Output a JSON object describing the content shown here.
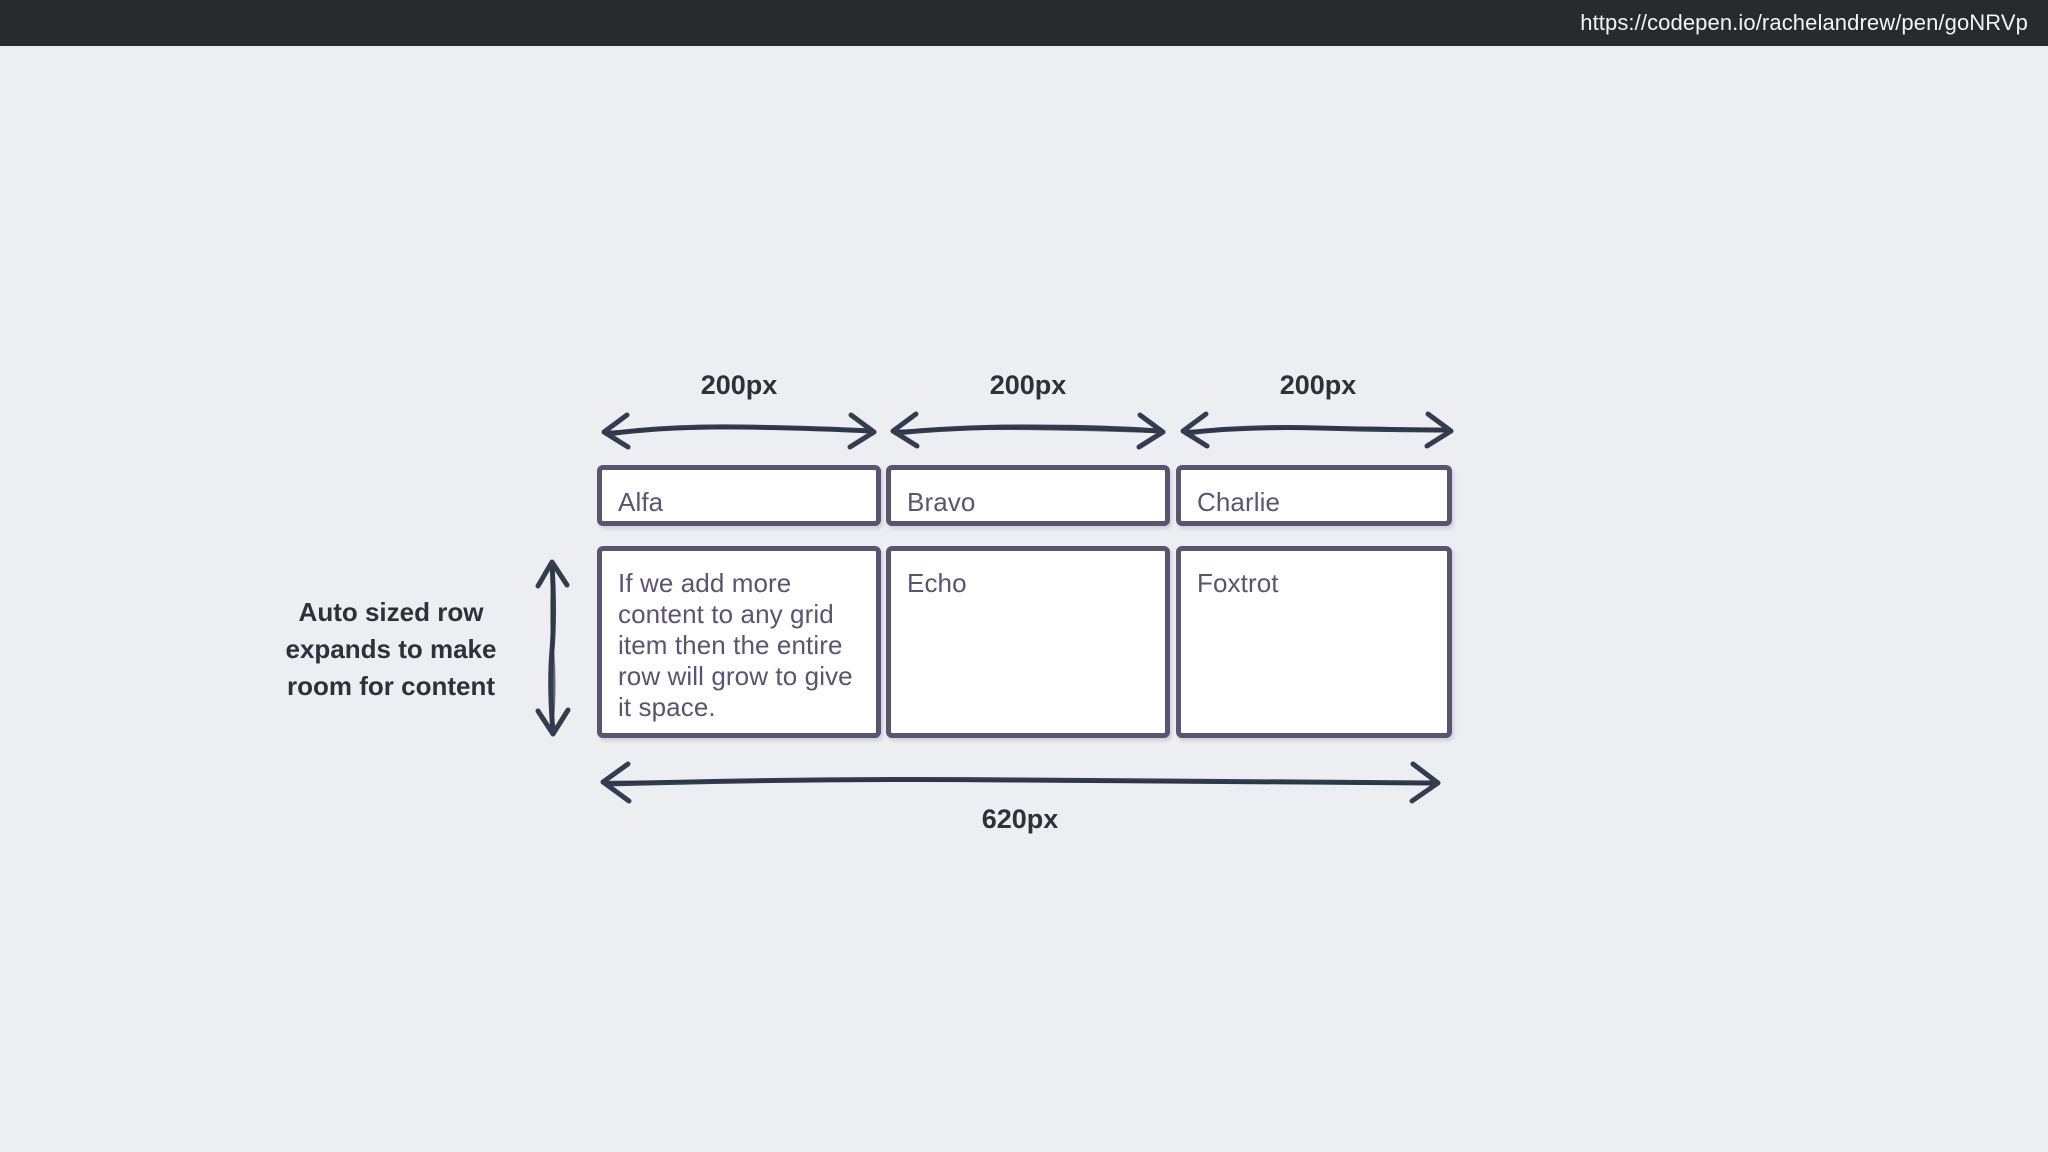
{
  "browser": {
    "url": "https://codepen.io/rachelandrew/pen/goNRVp"
  },
  "colors": {
    "page_background": "#eceef2",
    "urlbar_background": "#282a2e",
    "urlbar_text": "#f2f3f5",
    "box_border": "#5b5470",
    "box_fill": "#ffffff",
    "box_text": "#5b5470",
    "annotation_text": "#2f3138",
    "arrow_ink": "#343c50"
  },
  "diagram": {
    "title_note": "CSS Grid auto sized row diagram",
    "column_measures": [
      {
        "label": "200px",
        "icon": "double-headed-horizontal-arrow-icon"
      },
      {
        "label": "200px",
        "icon": "double-headed-horizontal-arrow-icon"
      },
      {
        "label": "200px",
        "icon": "double-headed-horizontal-arrow-icon"
      }
    ],
    "row_label": "Auto sized row expands to make room for content",
    "row_label_lines": [
      "Auto sized row",
      "expands to make",
      "room for content"
    ],
    "vertical_measure": {
      "icon": "double-headed-vertical-arrow-icon"
    },
    "total_measure": {
      "label": "620px",
      "icon": "double-headed-horizontal-arrow-icon"
    },
    "grid_rows": [
      {
        "row_name": "row-1",
        "items": [
          {
            "name": "alfa",
            "text": "Alfa"
          },
          {
            "name": "bravo",
            "text": "Bravo"
          },
          {
            "name": "charlie",
            "text": "Charlie"
          }
        ]
      },
      {
        "row_name": "row-2",
        "items": [
          {
            "name": "long-content",
            "text": "If we add more content to any grid item then the entire row will grow to give it space."
          },
          {
            "name": "echo",
            "text": "Echo"
          },
          {
            "name": "foxtrot",
            "text": "Foxtrot"
          }
        ]
      }
    ]
  }
}
